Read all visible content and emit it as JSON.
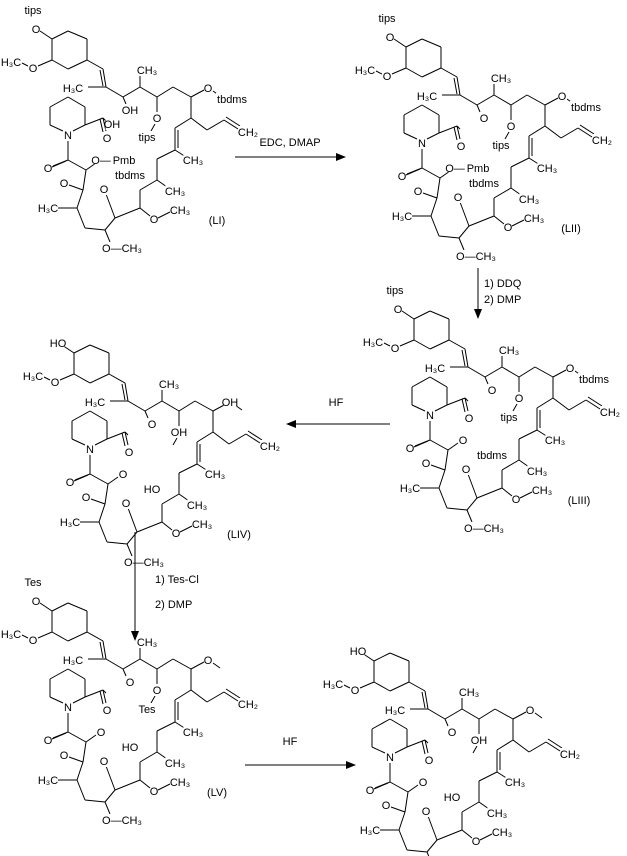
{
  "title": "Synthesis scheme",
  "molecules": [
    {
      "id": "LI",
      "labels": [
        "tips",
        "O",
        "H₃C",
        "O",
        "H₃C",
        "CH₃",
        "OH",
        "O",
        "tips",
        "O",
        "tbdms",
        "CH₂",
        "CH₃",
        "CH₃",
        "O",
        "CH₃",
        "O",
        "tbdms",
        "O—CH₃",
        "H₃C",
        "O",
        "O—",
        "Pmb",
        "O",
        "N",
        "O",
        "OH",
        "(LI)"
      ]
    },
    {
      "id": "LII",
      "labels": [
        "tips",
        "O",
        "H₃C",
        "O",
        "H₃C",
        "CH₃",
        "O",
        "O",
        "tips",
        "O",
        "tbdms",
        "CH₂",
        "CH₃",
        "CH₃",
        "O",
        "CH₃",
        "O",
        "tbdms",
        "O—CH₃",
        "H₃C",
        "O",
        "O—",
        "Pmb",
        "O",
        "N",
        "O",
        null,
        "(LII)"
      ]
    },
    {
      "id": "LIII",
      "labels": [
        "tips",
        "O",
        "H₃C",
        "O",
        "H₃C",
        "CH₃",
        "O",
        "O",
        "tips",
        "O",
        "tbdms",
        "CH₂",
        "CH₃",
        "CH₃",
        "O",
        "CH₃",
        "O",
        "tbdms",
        "O—CH₃",
        "H₃C",
        "O",
        "O",
        null,
        "O",
        "N",
        "O",
        null,
        "(LIII)"
      ]
    },
    {
      "id": "LIV",
      "labels": [
        null,
        "HO",
        "H₃C",
        "O",
        "H₃C",
        "CH₃",
        "O",
        "OH",
        null,
        "OH",
        null,
        "CH₂",
        "CH₃",
        "CH₃",
        "O",
        "CH₃",
        "O",
        "HO",
        "O—CH₃",
        "H₃C",
        "O",
        "O",
        null,
        "O",
        "N",
        "O",
        null,
        "(LIV)"
      ]
    },
    {
      "id": "LV",
      "labels": [
        "Tes",
        "O",
        "H₃C",
        "O",
        "H₃C",
        "CH₃",
        "O",
        "O",
        "Tes",
        "O",
        null,
        "CH₂",
        "CH₃",
        "CH₃",
        "O",
        "CH₃",
        "O",
        "HO",
        "O—CH₃",
        "H₃C",
        "O",
        "O",
        null,
        "O",
        "N",
        "O",
        null,
        "(LV)"
      ]
    },
    {
      "id": "product",
      "labels": [
        null,
        "HO",
        "H₃C",
        "O",
        "H₃C",
        "CH₃",
        "O",
        "OH",
        null,
        "O",
        null,
        "CH₂",
        "CH₃",
        "CH₃",
        "O",
        "CH₃",
        "O",
        "HO",
        "O—CH₃",
        "H₃C",
        "O",
        "O",
        null,
        "O",
        "N",
        "O",
        null,
        null
      ]
    }
  ],
  "steps": [
    {
      "from": "LI",
      "to": "LII",
      "reagents": [
        "EDC, DMAP"
      ]
    },
    {
      "from": "LII",
      "to": "LIII",
      "reagents": [
        "1)  DDQ",
        "2)  DMP"
      ]
    },
    {
      "from": "LIII",
      "to": "LIV",
      "reagents": [
        "HF"
      ]
    },
    {
      "from": "LIV",
      "to": "LV",
      "reagents": [
        "1)  Tes-Cl",
        "2)  DMP"
      ]
    },
    {
      "from": "LV",
      "to": "product",
      "reagents": [
        "HF"
      ]
    }
  ]
}
